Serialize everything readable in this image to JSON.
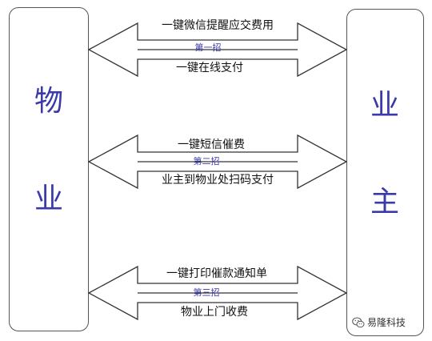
{
  "accent_color": "#3a3aa8",
  "left_box": {
    "chars": [
      "物",
      "业"
    ]
  },
  "right_box": {
    "chars": [
      "业",
      "主"
    ]
  },
  "rows": [
    {
      "top_label": "一键微信提醒应交费用",
      "step": "第一招",
      "bottom_label": "一键在线支付"
    },
    {
      "top_label": "一键短信催费",
      "step": "第二招",
      "bottom_label": "业主到物业处扫码支付"
    },
    {
      "top_label": "一键打印催款通知单",
      "step": "第三招",
      "bottom_label": "物业上门收费"
    }
  ],
  "watermark": {
    "text": "易隆科技",
    "icon": "wechat-logo-icon"
  }
}
